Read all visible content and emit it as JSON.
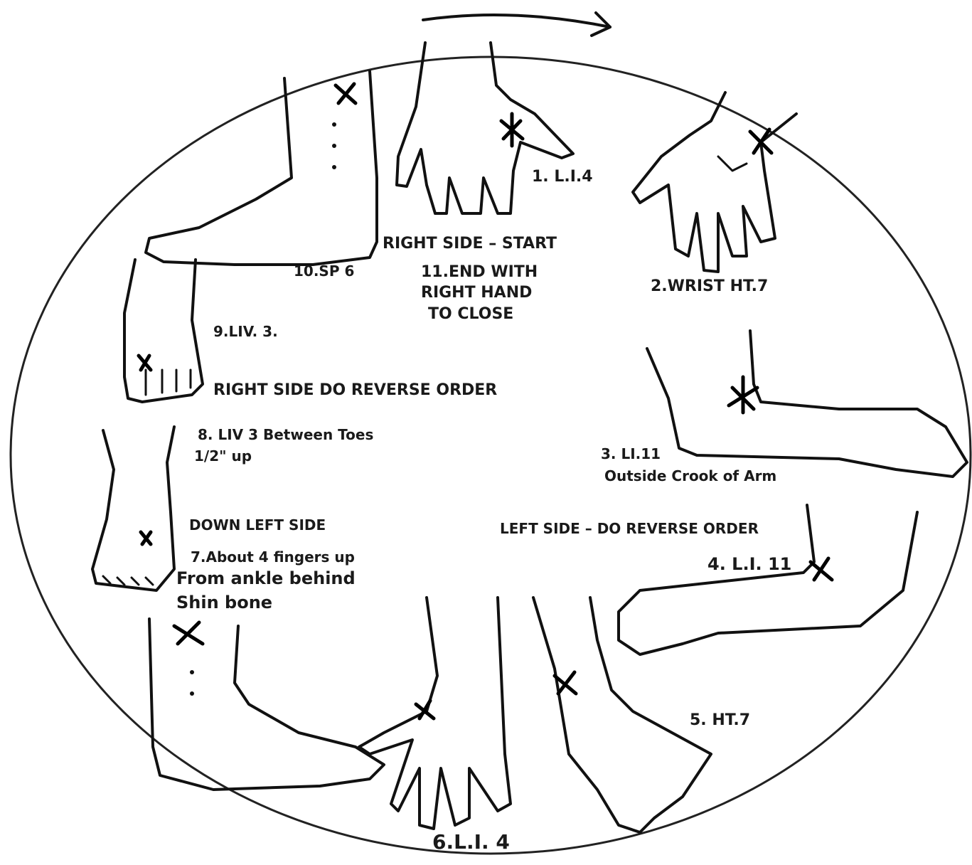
{
  "points": {
    "p1": "1.  L.I.4",
    "p2": "2.WRIST HT.7",
    "p3_num": "3.  LI.11",
    "p3_desc": "Outside Crook of Arm",
    "p4": "4. L.I. 11",
    "p5": "5. HT.7",
    "p6": "6.L.I. 4",
    "p7_line1": "7.About 4 fingers up",
    "p7_line2": "From ankle   behind",
    "p7_line3": "Shin bone",
    "p8_line1": "8.  LIV 3 Between Toes",
    "p8_line2": "1/2\" up",
    "p9": "9.LIV. 3.",
    "p10": "10.SP 6",
    "p11_line1": "11.END WITH",
    "p11_line2": "RIGHT HAND",
    "p11_line3": "TO CLOSE"
  },
  "headings": {
    "right_start": "RIGHT SIDE – START",
    "left_reverse": "LEFT SIDE – DO REVERSE ORDER",
    "right_reverse": "RIGHT SIDE  DO REVERSE ORDER",
    "down_left": "DOWN LEFT SIDE"
  },
  "icons": {
    "direction": "clockwise-arrow-icon",
    "point_mark": "star-mark-icon"
  }
}
